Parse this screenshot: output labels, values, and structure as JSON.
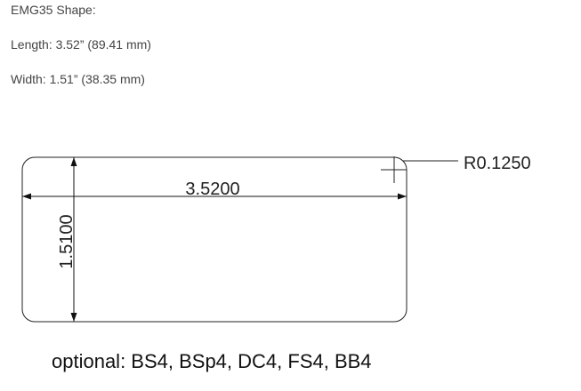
{
  "specs": {
    "heading": "EMG35 Shape:",
    "length": "Length: 3.52” (89.41 mm)",
    "width": "Width: 1.51” (38.35 mm)"
  },
  "drawing": {
    "length_dim": "3.5200",
    "width_dim": "1.5100",
    "radius_dim": "R0.1250"
  },
  "optional": "optional: BS4, BSp4, DC4, FS4, BB4"
}
